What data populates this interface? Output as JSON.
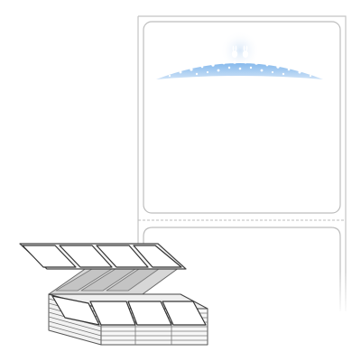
{
  "label_liner": {
    "labels_visible": 2,
    "perforation": "dashed",
    "liner_color": "#ffffff",
    "outline_color": "#b9b9b9"
  },
  "label_artwork": {
    "icon": "bunny-meadow-artwork",
    "sky_color": "#9fc7ee",
    "meadow_color": "#7fb3e8",
    "flower_color": "#ffffff"
  },
  "fanfold_stack": {
    "icon": "fanfold-label-stack",
    "top_row_labels": 4,
    "bottom_row_labels": 4,
    "fold_color": "#d9d9d9",
    "label_fill": "#ffffff",
    "edge_color": "#444444"
  }
}
